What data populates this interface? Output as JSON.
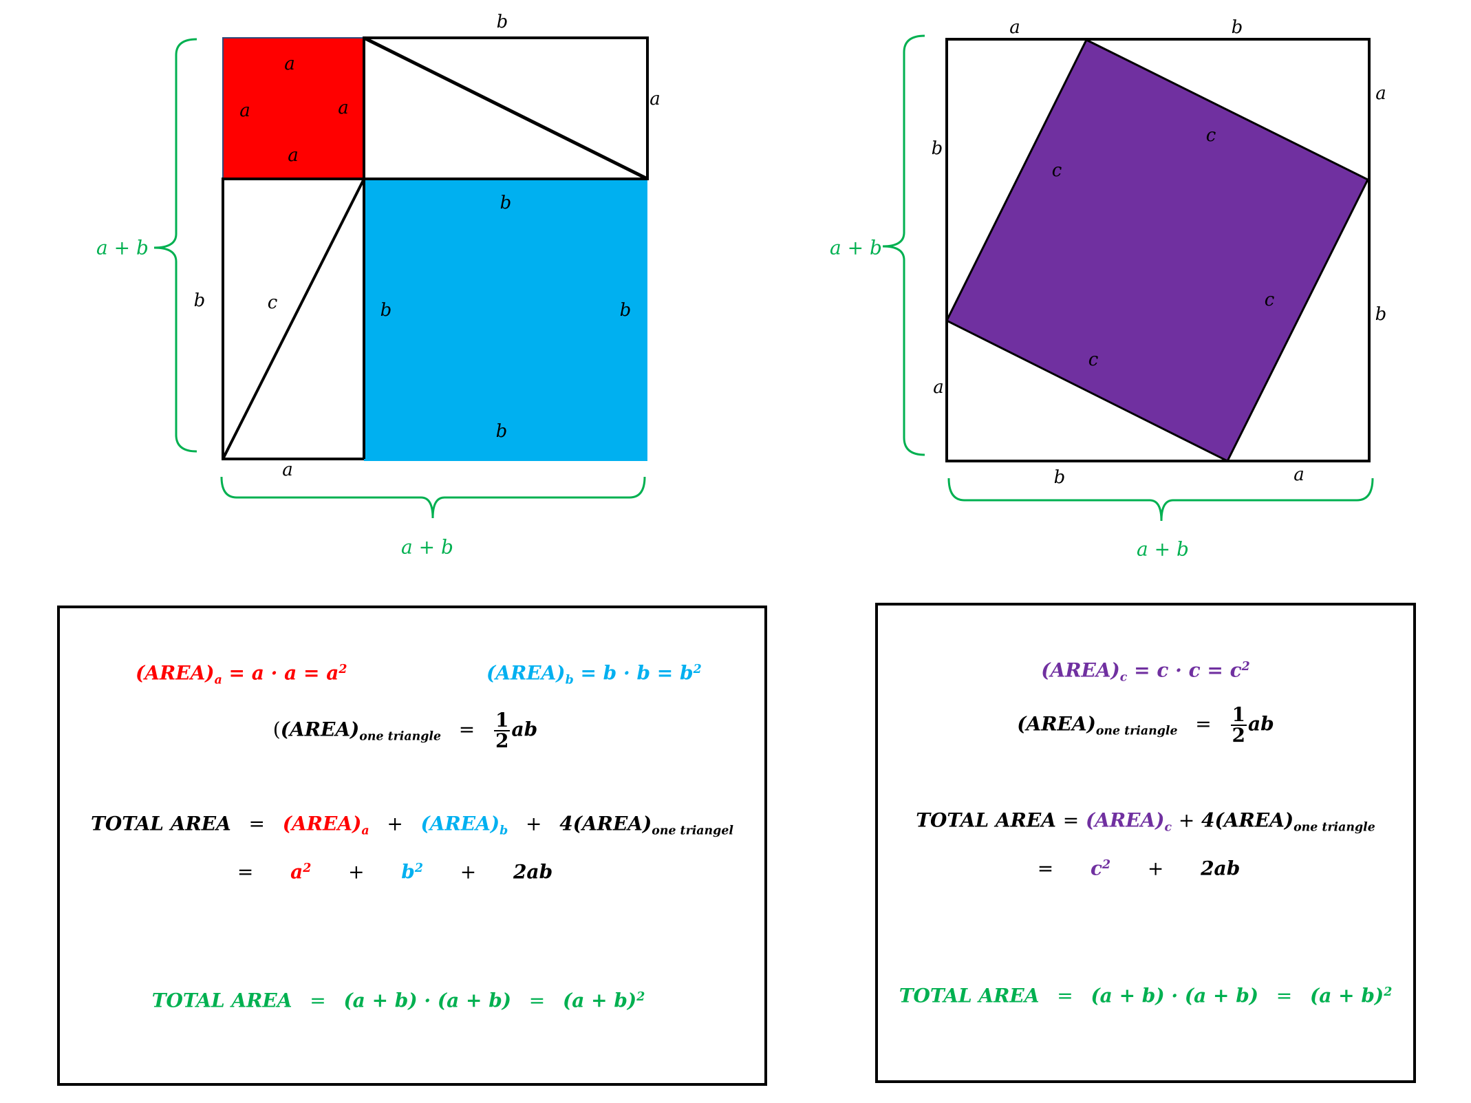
{
  "colors": {
    "square_a": "#FF0000",
    "square_b": "#00B0F0",
    "square_c": "#7030A0",
    "brace": "#00B050",
    "outline": "#000000"
  },
  "left_figure": {
    "side_labels": {
      "top_b": "b",
      "right_a": "a",
      "left_b": "b",
      "bottom_a": "a",
      "hyp_c": "c"
    },
    "red_square_labels": [
      "a",
      "a",
      "a",
      "a"
    ],
    "blue_square_labels": [
      "b",
      "b",
      "b",
      "b"
    ],
    "brace_left_label": "a + b",
    "brace_bottom_label": "a + b"
  },
  "right_figure": {
    "side_labels": {
      "top_a": "a",
      "top_b": "b",
      "right_a": "a",
      "right_b": "b",
      "bottom_b": "b",
      "bottom_a": "a",
      "left_b": "b",
      "left_a": "a"
    },
    "purple_square_labels": [
      "c",
      "c",
      "c",
      "c"
    ],
    "brace_left_label": "a + b",
    "brace_bottom_label": "a + b"
  },
  "left_box": {
    "area_a": {
      "lhs": "(AREA)",
      "sub": "a",
      "rhs": " = a · a = a",
      "sup": "2"
    },
    "area_b": {
      "lhs": "(AREA)",
      "sub": "b",
      "rhs": " = b · b = b",
      "sup": "2"
    },
    "triangle": {
      "lhs": "(AREA)",
      "sub": "one triangle",
      "eq": "=",
      "num": "1",
      "den": "2",
      "rest": "ab"
    },
    "total": {
      "label": "TOTAL AREA",
      "eq": "=",
      "term_a": "(AREA)",
      "term_a_sub": "a",
      "plus1": "+",
      "term_b": "(AREA)",
      "term_b_sub": "b",
      "plus2": "+",
      "term_t": "4(AREA)",
      "term_t_sub": "one triangel"
    },
    "expanded": {
      "eq": "=",
      "a2": "a",
      "a2_sup": "2",
      "plus1": "+",
      "b2": "b",
      "b2_sup": "2",
      "plus2": "+",
      "ab": "2ab"
    },
    "square_total": {
      "label": "TOTAL AREA",
      "eq1": "=",
      "prod": "(a + b) · (a + b)",
      "eq2": "=",
      "res": "(a + b)",
      "res_sup": "2"
    }
  },
  "right_box": {
    "area_c": {
      "lhs": "(AREA)",
      "sub": "c",
      "rhs": " = c · c = c",
      "sup": "2"
    },
    "triangle": {
      "lhs": "(AREA)",
      "sub": "one triangle",
      "eq": "=",
      "num": "1",
      "den": "2",
      "rest": "ab"
    },
    "total": {
      "label": "TOTAL AREA",
      "eq": "=",
      "term_c": "(AREA)",
      "term_c_sub": "c",
      "plus": "+",
      "term_t": "4(AREA)",
      "term_t_sub": "one triangle"
    },
    "expanded": {
      "eq": "=",
      "c2": "c",
      "c2_sup": "2",
      "plus": "+",
      "ab": "2ab"
    },
    "square_total": {
      "label": "TOTAL AREA",
      "eq1": "=",
      "prod": "(a + b) · (a + b)",
      "eq2": "=",
      "res": "(a + b)",
      "res_sup": "2"
    }
  }
}
